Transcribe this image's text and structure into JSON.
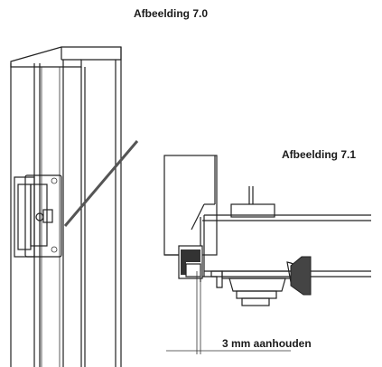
{
  "figure_7_0": {
    "caption": "Afbeelding 7.0"
  },
  "figure_7_1": {
    "caption": "Afbeelding 7.1"
  },
  "dimension": {
    "label": "3 mm aanhouden"
  },
  "icons": [
    "door-frame-profile",
    "hinge-assembly",
    "closer-arm"
  ]
}
